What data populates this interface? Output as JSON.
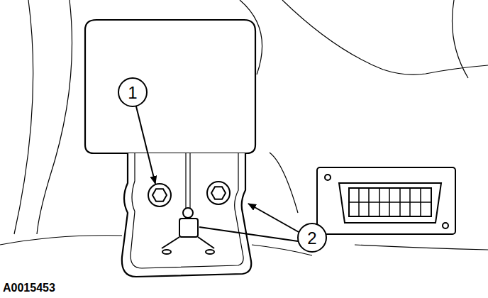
{
  "diagram": {
    "labels": [
      "1",
      "2",
      "A0015453"
    ]
  }
}
